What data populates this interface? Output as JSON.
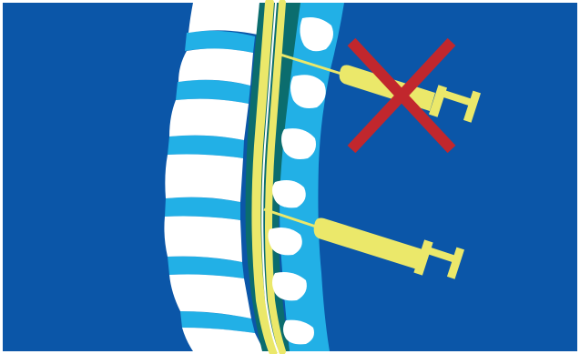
{
  "illustration": {
    "colors": {
      "background": "#0b56a8",
      "vertebra": "#ffffff",
      "disc": "#22b0e6",
      "dura": "#0b6d6e",
      "nerve": "#ebe86a",
      "needle": "#ebe86a",
      "cross": "#c1272d"
    },
    "icons": [
      "spine-column",
      "spinal-cord",
      "syringe-icon",
      "cross-icon"
    ],
    "syringes": [
      {
        "name": "upper-syringe",
        "state": "incorrect"
      },
      {
        "name": "lower-syringe",
        "state": "correct"
      }
    ]
  }
}
